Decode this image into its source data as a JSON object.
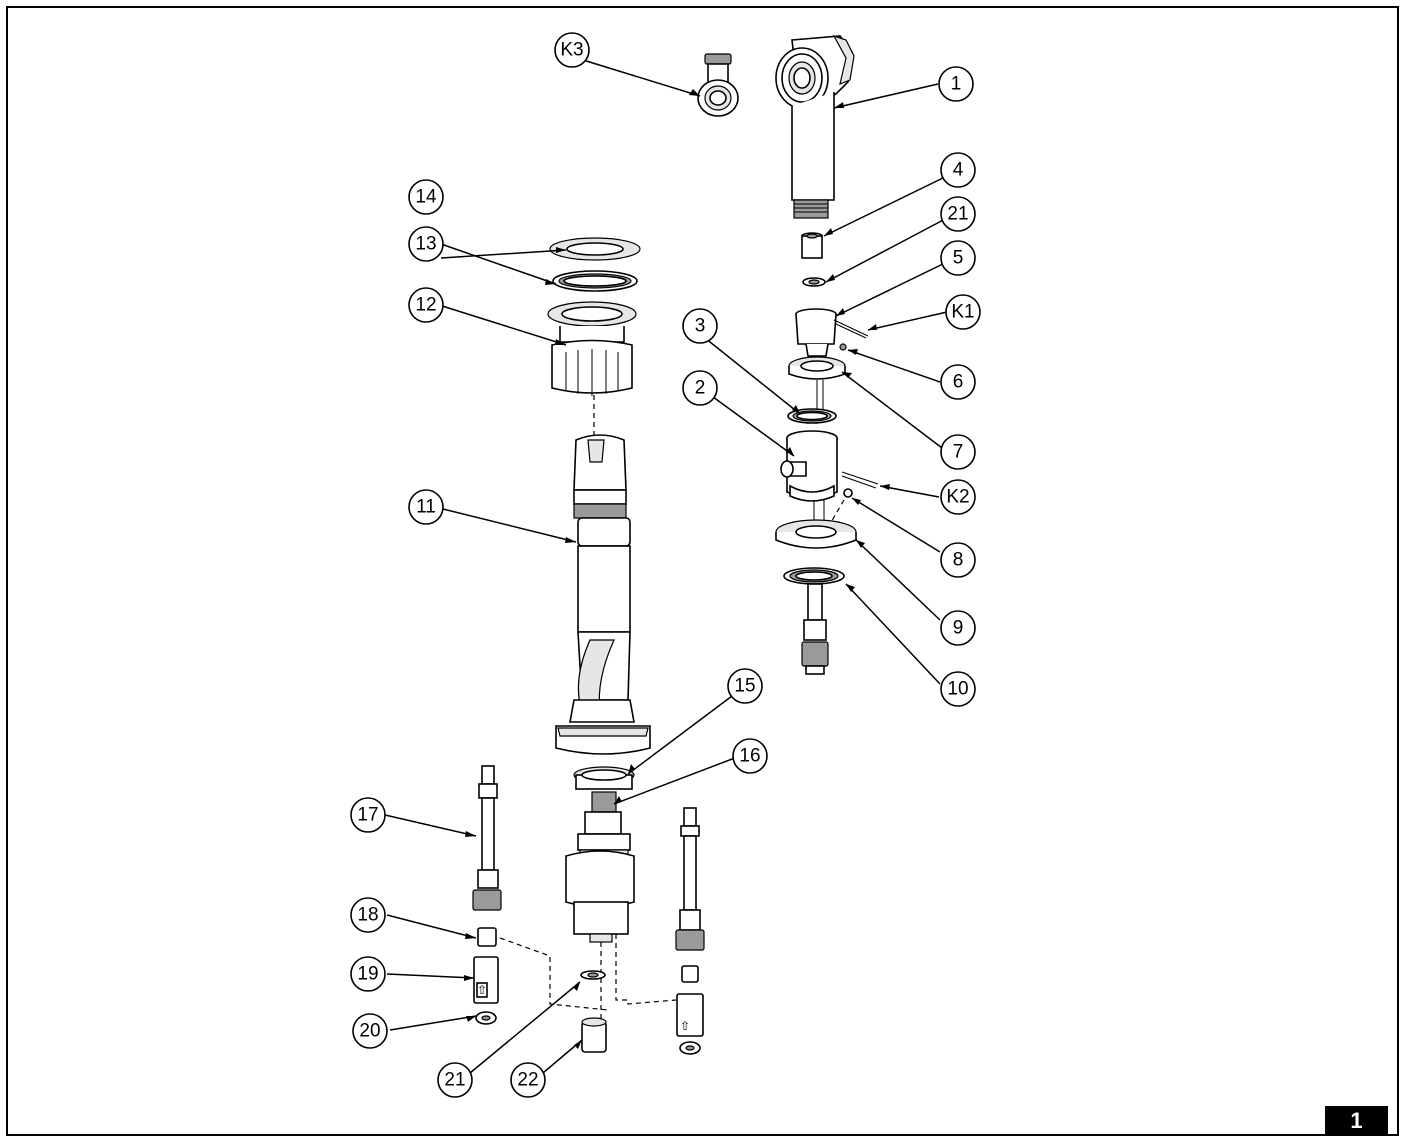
{
  "figure_number": "1",
  "callouts": [
    {
      "id": "c-1",
      "label": "1"
    },
    {
      "id": "c-2",
      "label": "2"
    },
    {
      "id": "c-3",
      "label": "3"
    },
    {
      "id": "c-4",
      "label": "4"
    },
    {
      "id": "c-5",
      "label": "5"
    },
    {
      "id": "c-6",
      "label": "6"
    },
    {
      "id": "c-7",
      "label": "7"
    },
    {
      "id": "c-8",
      "label": "8"
    },
    {
      "id": "c-9",
      "label": "9"
    },
    {
      "id": "c-10",
      "label": "10"
    },
    {
      "id": "c-11",
      "label": "11"
    },
    {
      "id": "c-12",
      "label": "12"
    },
    {
      "id": "c-13",
      "label": "13"
    },
    {
      "id": "c-14",
      "label": "14"
    },
    {
      "id": "c-15",
      "label": "15"
    },
    {
      "id": "c-16",
      "label": "16"
    },
    {
      "id": "c-17",
      "label": "17"
    },
    {
      "id": "c-18",
      "label": "18"
    },
    {
      "id": "c-19",
      "label": "19"
    },
    {
      "id": "c-20",
      "label": "20"
    },
    {
      "id": "c-21a",
      "label": "21"
    },
    {
      "id": "c-21b",
      "label": "21"
    },
    {
      "id": "c-22",
      "label": "22"
    },
    {
      "id": "c-k1",
      "label": "K1"
    },
    {
      "id": "c-k2",
      "label": "K2"
    },
    {
      "id": "c-k3",
      "label": "K3"
    }
  ]
}
